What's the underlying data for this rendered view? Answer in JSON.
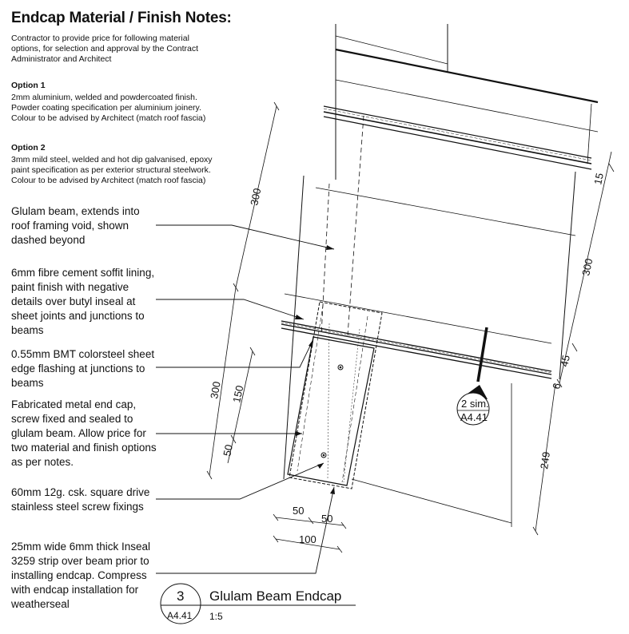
{
  "notes_header": {
    "title": "Endcap Material / Finish Notes:",
    "intro": "Contractor to provide price for following material\noptions, for selection and approval by the Contract\nAdministrator and Architect",
    "option1_title": "Option 1",
    "option1_text": "2mm aluminium, welded and powdercoated finish.\nPowder coating specification per aluminium joinery.\nColour to be advised by Architect (match roof fascia)",
    "option2_title": "Option 2",
    "option2_text": "3mm mild steel,  welded and hot dip galvanised, epoxy\npaint specification as per exterior structural steelwork.\nColour to be advised by Architect (match roof fascia)"
  },
  "callouts": [
    {
      "text": "Glulam beam, extends into\nroof framing void, shown\ndashed beyond"
    },
    {
      "text": "6mm fibre cement soffit lining,\npaint finish with negative\ndetails over butyl inseal at\nsheet joints and junctions to\nbeams"
    },
    {
      "text": "0.55mm BMT colorsteel sheet\nedge flashing at junctions to\nbeams"
    },
    {
      "text": "Fabricated metal end cap,\nscrew fixed and sealed to\nglulam beam.  Allow price for\ntwo material and finish options\nas per notes."
    },
    {
      "text": "60mm 12g. csk. square drive\nstainless steel screw fixings"
    },
    {
      "text": "25mm wide 6mm thick Inseal\n3259 strip over beam prior to\ninstalling endcap.  Compress\nwith endcap installation for\nweatherseal"
    }
  ],
  "dimensions": {
    "d300_top_left": "300",
    "d300_left": "300",
    "d150": "150",
    "d50_left": "50",
    "d15": "15",
    "d300_right": "300",
    "d45": "45",
    "d6": "6",
    "d249": "249",
    "d50_bottom_a": "50",
    "d50_bottom_b": "50",
    "d100": "100"
  },
  "section_ref": {
    "label": "2 sim.",
    "sheet": "A4.41"
  },
  "title_block": {
    "number": "3",
    "sheet": "A4.41",
    "title": "Glulam Beam Endcap",
    "scale": "1:5"
  }
}
